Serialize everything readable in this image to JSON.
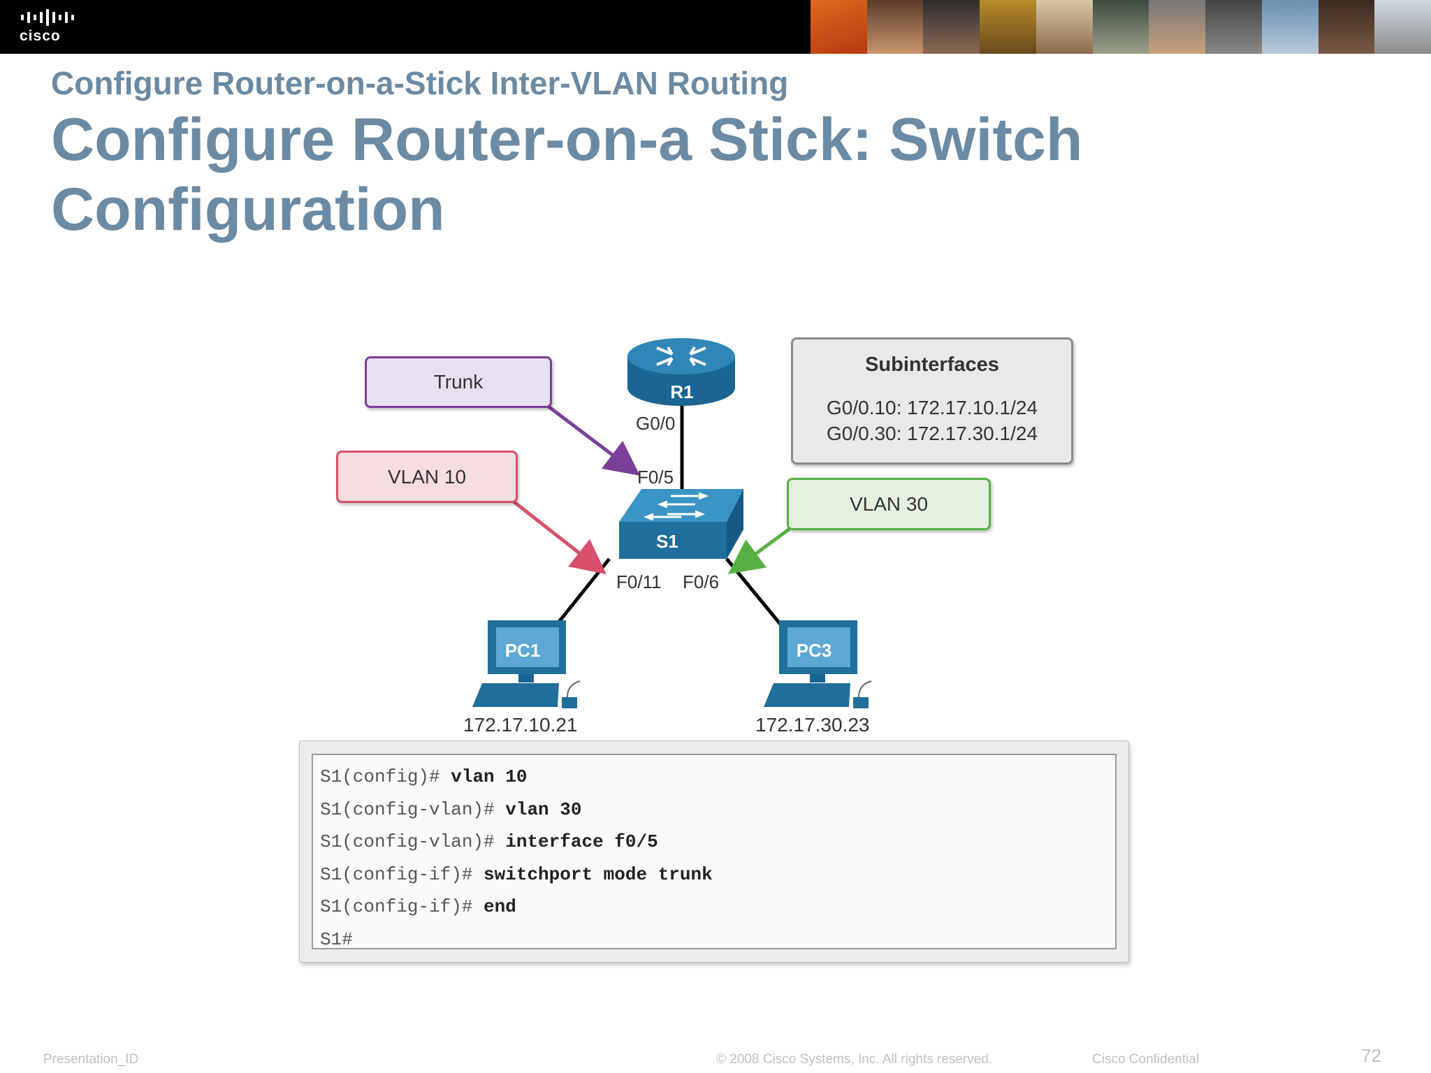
{
  "header": {
    "logo_text": "cisco"
  },
  "slide": {
    "subtitle": "Configure Router-on-a-Stick Inter-VLAN Routing",
    "title": "Configure Router-on-a Stick: Switch Configuration"
  },
  "diagram": {
    "router_label": "R1",
    "switch_label": "S1",
    "pc1_label": "PC1",
    "pc3_label": "PC3",
    "router_port": "G0/0",
    "switch_trunk_port": "F0/5",
    "switch_pc1_port": "F0/11",
    "switch_pc3_port": "F0/6",
    "pc1_ip": "172.17.10.21",
    "pc3_ip": "172.17.30.23",
    "callouts": {
      "trunk": "Trunk",
      "vlan10": "VLAN 10",
      "vlan30": "VLAN 30"
    },
    "subinterfaces": {
      "title": "Subinterfaces",
      "lines": [
        "G0/0.10: 172.17.10.1/24",
        "G0/0.30: 172.17.30.1/24"
      ]
    },
    "colors": {
      "device_blue": "#1f6e9c",
      "trunk": "#7a3f98",
      "vlan10": "#d9506a",
      "vlan30": "#58b043"
    }
  },
  "cli": {
    "lines": [
      {
        "prompt": "S1(config)# ",
        "command": "vlan 10"
      },
      {
        "prompt": "S1(config-vlan)# ",
        "command": "vlan 30"
      },
      {
        "prompt": "S1(config-vlan)# ",
        "command": "interface f0/5"
      },
      {
        "prompt": "S1(config-if)# ",
        "command": "switchport mode trunk"
      },
      {
        "prompt": "S1(config-if)# ",
        "command": "end"
      },
      {
        "prompt": "S1#",
        "command": ""
      }
    ]
  },
  "footer": {
    "presentation_id": "Presentation_ID",
    "copyright": "© 2008 Cisco Systems, Inc. All rights reserved.",
    "confidential": "Cisco Confidential",
    "page_number": "72"
  }
}
